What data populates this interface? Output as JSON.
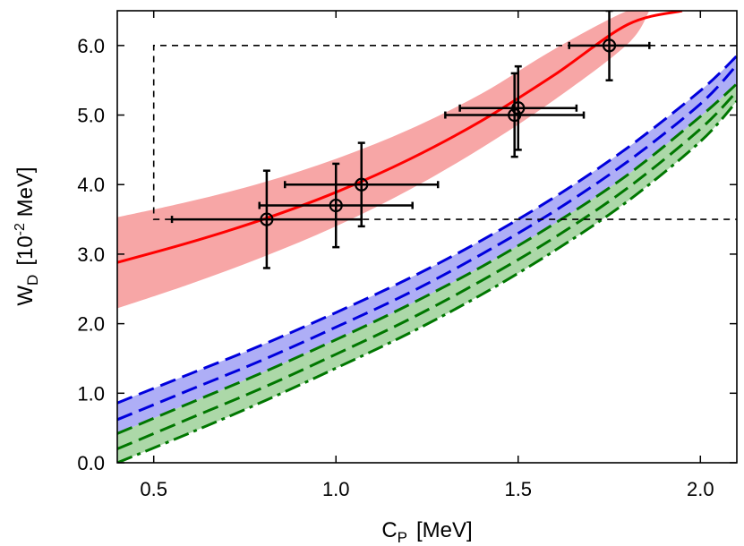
{
  "chart_data": {
    "type": "line",
    "title": "",
    "xlabel": {
      "main": "C",
      "sub": "P",
      "unit": "[MeV]"
    },
    "ylabel": {
      "main": "W",
      "sub": "D",
      "unit_pre": "[10",
      "unit_sup": "-2",
      "unit_post": " MeV]"
    },
    "xlim": [
      0.4,
      2.1
    ],
    "ylim": [
      0.0,
      6.5
    ],
    "x_ticks": [
      0.5,
      1.0,
      1.5,
      2.0
    ],
    "x_tick_labels": [
      "0.5",
      "1.0",
      "1.5",
      "2.0"
    ],
    "y_ticks": [
      0.0,
      1.0,
      2.0,
      3.0,
      4.0,
      5.0,
      6.0
    ],
    "y_tick_labels": [
      "0.0",
      "1.0",
      "2.0",
      "3.0",
      "4.0",
      "5.0",
      "6.0"
    ],
    "grid": false,
    "legend": "none",
    "bands": [
      {
        "color": "#f7a6a6",
        "x": [
          0.4,
          0.6,
          0.8,
          1.0,
          1.2,
          1.4,
          1.6,
          1.8,
          1.86
        ],
        "lower": [
          2.22,
          2.57,
          2.96,
          3.4,
          3.92,
          4.53,
          5.22,
          6.02,
          6.5
        ],
        "upper": [
          3.53,
          3.76,
          4.03,
          4.37,
          4.79,
          5.31,
          5.95,
          6.5,
          6.5
        ]
      },
      {
        "color": "#aeaef6",
        "x": [
          0.4,
          0.6,
          0.8,
          1.0,
          1.2,
          1.4,
          1.6,
          1.8,
          2.0,
          2.1
        ],
        "lower": [
          0.42,
          0.86,
          1.3,
          1.77,
          2.27,
          2.82,
          3.44,
          4.14,
          4.98,
          5.45
        ],
        "upper": [
          0.86,
          1.28,
          1.7,
          2.16,
          2.65,
          3.2,
          3.82,
          4.53,
          5.35,
          5.85
        ]
      },
      {
        "color": "#acd8a8",
        "x": [
          0.4,
          0.6,
          0.8,
          1.0,
          1.2,
          1.4,
          1.6,
          1.8,
          2.0,
          2.1
        ],
        "lower": [
          0.0,
          0.43,
          0.88,
          1.36,
          1.86,
          2.42,
          3.05,
          3.76,
          4.62,
          5.2
        ],
        "upper": [
          0.42,
          0.86,
          1.3,
          1.77,
          2.27,
          2.82,
          3.44,
          4.14,
          4.98,
          5.45
        ]
      }
    ],
    "series": [
      {
        "color": "#ff0000",
        "dash": "solid",
        "x": [
          0.4,
          0.6,
          0.8,
          1.0,
          1.2,
          1.4,
          1.6,
          1.8,
          1.95
        ],
        "y": [
          2.88,
          3.17,
          3.5,
          3.89,
          4.36,
          4.92,
          5.58,
          6.3,
          6.5
        ]
      },
      {
        "color": "#0000dd",
        "dash": "long-dash",
        "x": [
          0.4,
          0.6,
          0.8,
          1.0,
          1.2,
          1.4,
          1.6,
          1.8,
          2.0,
          2.1
        ],
        "y": [
          0.86,
          1.28,
          1.7,
          2.16,
          2.65,
          3.2,
          3.82,
          4.53,
          5.35,
          5.85
        ]
      },
      {
        "color": "#0000dd",
        "dash": "long-dash",
        "x": [
          0.4,
          0.6,
          0.8,
          1.0,
          1.2,
          1.4,
          1.6,
          1.8,
          2.0,
          2.1
        ],
        "y": [
          0.62,
          1.05,
          1.48,
          1.95,
          2.44,
          3.0,
          3.62,
          4.33,
          5.16,
          5.72
        ]
      },
      {
        "color": "#007700",
        "dash": "long-dash",
        "x": [
          0.4,
          0.6,
          0.8,
          1.0,
          1.2,
          1.4,
          1.6,
          1.8,
          2.0,
          2.1
        ],
        "y": [
          0.42,
          0.86,
          1.3,
          1.77,
          2.27,
          2.82,
          3.44,
          4.14,
          4.98,
          5.45
        ]
      },
      {
        "color": "#007700",
        "dash": "long-dash",
        "x": [
          0.4,
          0.6,
          0.8,
          1.0,
          1.2,
          1.4,
          1.6,
          1.8,
          2.0,
          2.1
        ],
        "y": [
          0.2,
          0.64,
          1.08,
          1.56,
          2.06,
          2.62,
          3.24,
          3.95,
          4.8,
          5.34
        ]
      },
      {
        "color": "#007700",
        "dash": "dash-dot",
        "x": [
          0.4,
          0.6,
          0.8,
          1.0,
          1.2,
          1.4,
          1.6,
          1.8,
          2.0,
          2.1
        ],
        "y": [
          0.0,
          0.43,
          0.88,
          1.36,
          1.86,
          2.42,
          3.05,
          3.76,
          4.62,
          5.2
        ]
      }
    ],
    "points": [
      {
        "x": 0.81,
        "y": 3.5,
        "xerr": [
          0.55,
          1.07
        ],
        "yerr": [
          2.8,
          4.2
        ]
      },
      {
        "x": 1.0,
        "y": 3.7,
        "xerr": [
          0.79,
          1.21
        ],
        "yerr": [
          3.1,
          4.3
        ]
      },
      {
        "x": 1.07,
        "y": 4.0,
        "xerr": [
          0.86,
          1.28
        ],
        "yerr": [
          3.4,
          4.6
        ]
      },
      {
        "x": 1.49,
        "y": 5.0,
        "xerr": [
          1.3,
          1.68
        ],
        "yerr": [
          4.4,
          5.6
        ]
      },
      {
        "x": 1.5,
        "y": 5.1,
        "xerr": [
          1.34,
          1.66
        ],
        "yerr": [
          4.5,
          5.7
        ]
      },
      {
        "x": 1.75,
        "y": 6.0,
        "xerr": [
          1.64,
          1.86
        ],
        "yerr": [
          5.5,
          6.5
        ]
      }
    ],
    "box": {
      "x0": 0.5,
      "x1": 2.1,
      "y0": 3.5,
      "y1": 6.0
    }
  }
}
